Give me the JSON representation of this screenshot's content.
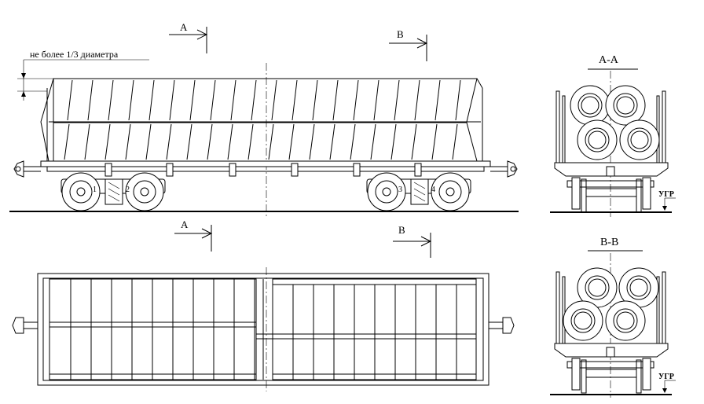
{
  "note_text": "не более 1/3 диаметра",
  "section_marks": {
    "top_a": "A",
    "top_b": "B",
    "bottom_a": "A",
    "bottom_b": "B"
  },
  "section_titles": {
    "aa": "А-А",
    "bb": "В-В"
  },
  "level_labels": {
    "aa": "УГР",
    "bb": "УГР"
  },
  "axle_labels": [
    "1",
    "2",
    "3",
    "4"
  ]
}
